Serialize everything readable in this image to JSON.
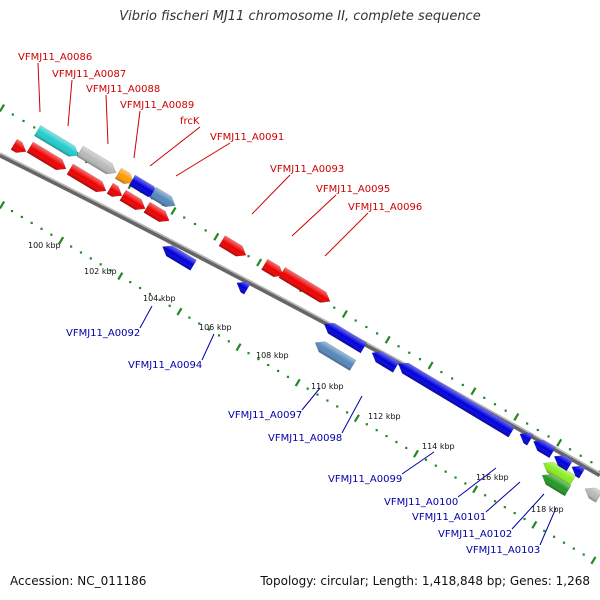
{
  "title": "Vibrio fischeri MJ11 chromosome II, complete sequence",
  "footer": {
    "accession": "Accession: NC_011186",
    "summary": "Topology: circular; Length: 1,418,848 bp; Genes: 1,268"
  },
  "colors": {
    "forward_label": "#cc0000",
    "reverse_label": "#0000aa",
    "backbone": "#888888",
    "ticks": "#228822",
    "red_gene": "#ee0000",
    "blue_gene": "#0000dd",
    "cyan_gene": "#22cccc",
    "gray_gene": "#b8b8b8",
    "orange_gene": "#ff9900",
    "steel_gene": "#5588bb",
    "lime_gene": "#88ee22",
    "green_gene": "#229922"
  },
  "scale_labels": [
    "100 kbp",
    "102 kbp",
    "104 kbp",
    "106 kbp",
    "108 kbp",
    "110 kbp",
    "112 kbp",
    "114 kbp",
    "116 kbp",
    "118 kbp"
  ],
  "forward_genes": [
    {
      "label": "VFMJ11_A0086",
      "color": "cyan_gene"
    },
    {
      "label": "VFMJ11_A0087",
      "color": "gray_gene"
    },
    {
      "label": "VFMJ11_A0088",
      "color": "orange_gene"
    },
    {
      "label": "VFMJ11_A0089",
      "color": "blue_gene"
    },
    {
      "label": "frcK",
      "color": "steel_gene"
    },
    {
      "label": "VFMJ11_A0091",
      "color": "gray_gene"
    },
    {
      "label": "VFMJ11_A0093",
      "color": "red_gene"
    },
    {
      "label": "VFMJ11_A0095",
      "color": "red_gene"
    },
    {
      "label": "VFMJ11_A0096",
      "color": "red_gene"
    }
  ],
  "reverse_genes": [
    {
      "label": "VFMJ11_A0092",
      "color": "blue_gene"
    },
    {
      "label": "VFMJ11_A0094",
      "color": "blue_gene"
    },
    {
      "label": "VFMJ11_A0097",
      "color": "steel_gene"
    },
    {
      "label": "VFMJ11_A0098",
      "color": "blue_gene"
    },
    {
      "label": "VFMJ11_A0099",
      "color": "blue_gene"
    },
    {
      "label": "VFMJ11_A0100",
      "color": "blue_gene"
    },
    {
      "label": "VFMJ11_A0101",
      "color": "blue_gene"
    },
    {
      "label": "VFMJ11_A0102",
      "color": "lime_gene"
    },
    {
      "label": "VFMJ11_A0103",
      "color": "green_gene"
    }
  ]
}
